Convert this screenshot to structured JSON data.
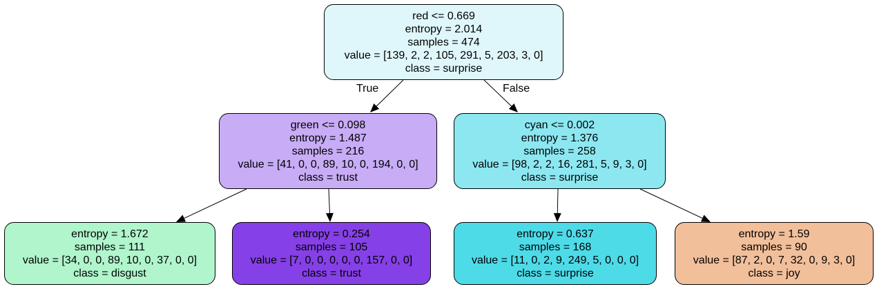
{
  "tree": {
    "nodes": [
      {
        "id": "n0",
        "lines": [
          "red <= 0.669",
          "entropy = 2.014",
          "samples = 474",
          "value = [139, 2, 2, 105, 291, 5, 203, 3, 0]",
          "class = surprise"
        ],
        "fill": "#dff7fa"
      },
      {
        "id": "n1",
        "lines": [
          "green <= 0.098",
          "entropy = 1.487",
          "samples = 216",
          "value = [41, 0, 0, 89, 10, 0, 194, 0, 0]",
          "class = trust"
        ],
        "fill": "#c8acf5"
      },
      {
        "id": "n2",
        "lines": [
          "cyan <= 0.002",
          "entropy = 1.376",
          "samples = 258",
          "value = [98, 2, 2, 16, 281, 5, 9, 3, 0]",
          "class = surprise"
        ],
        "fill": "#8ce7f1"
      },
      {
        "id": "n3",
        "lines": [
          "entropy = 1.672",
          "samples = 111",
          "value = [34, 0, 0, 89, 10, 0, 37, 0, 0]",
          "class = disgust"
        ],
        "fill": "#b0f5cc"
      },
      {
        "id": "n4",
        "lines": [
          "entropy = 0.254",
          "samples = 105",
          "value = [7, 0, 0, 0, 0, 0, 157, 0, 0]",
          "class = trust"
        ],
        "fill": "#8640e7"
      },
      {
        "id": "n5",
        "lines": [
          "entropy = 0.637",
          "samples = 168",
          "value = [11, 0, 2, 9, 249, 5, 0, 0, 0]",
          "class = surprise"
        ],
        "fill": "#4ddbe8"
      },
      {
        "id": "n6",
        "lines": [
          "entropy = 1.59",
          "samples = 90",
          "value = [87, 2, 0, 7, 32, 0, 9, 3, 0]",
          "class = joy"
        ],
        "fill": "#f2bf9b"
      }
    ],
    "edges": [
      {
        "from": "n0",
        "to": "n1",
        "label": "True"
      },
      {
        "from": "n0",
        "to": "n2",
        "label": "False"
      },
      {
        "from": "n1",
        "to": "n3",
        "label": ""
      },
      {
        "from": "n1",
        "to": "n4",
        "label": ""
      },
      {
        "from": "n2",
        "to": "n5",
        "label": ""
      },
      {
        "from": "n2",
        "to": "n6",
        "label": ""
      }
    ]
  }
}
